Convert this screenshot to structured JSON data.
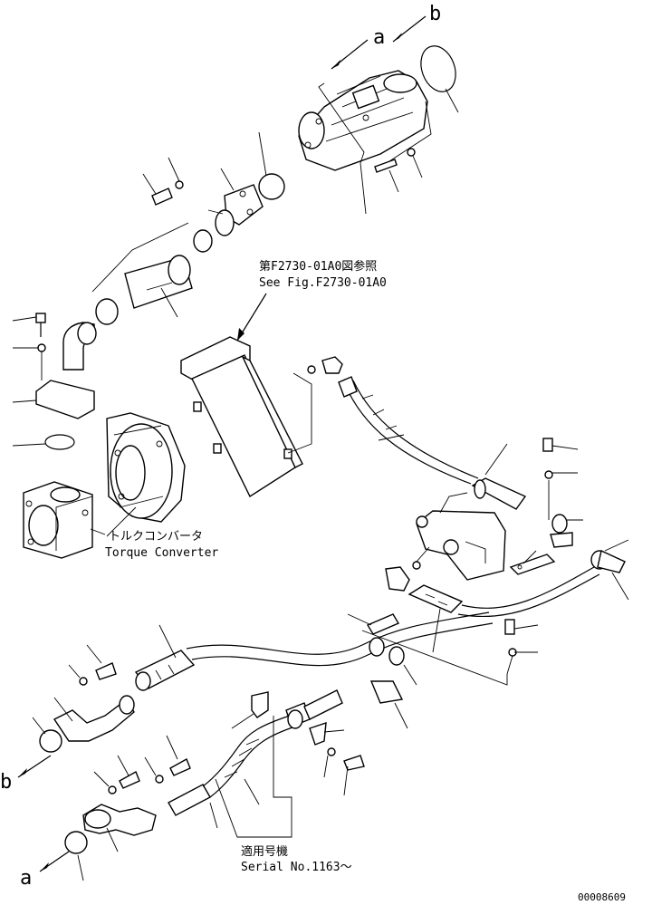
{
  "callouts": {
    "a_top": "a",
    "b_top": "b",
    "a_bottom": "a",
    "b_bottom": "b"
  },
  "labels": {
    "ref_jp": "第F2730-01A0図参照",
    "ref_en": "See Fig.F2730-01A0",
    "converter_jp": "トルクコンバータ",
    "converter_en": "Torque Converter",
    "serial_jp": "適用号機",
    "serial_en": "Serial No.1163～"
  },
  "figure_number": "00008609"
}
